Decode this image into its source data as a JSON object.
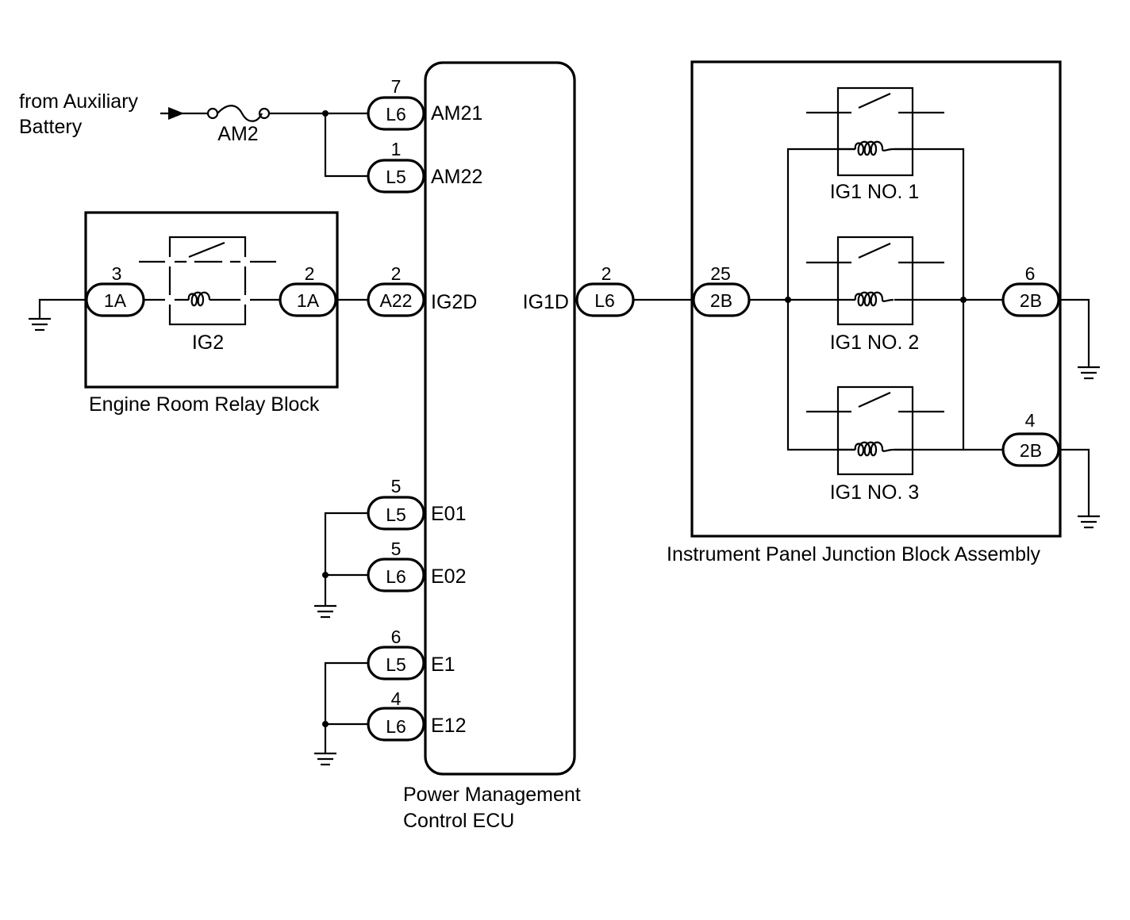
{
  "source": {
    "label_line1": "from Auxiliary",
    "label_line2": "Battery"
  },
  "fuse": {
    "label": "AM2"
  },
  "ecu": {
    "label_line1": "Power Management",
    "label_line2": "Control ECU",
    "terminals": {
      "am21": "AM21",
      "am22": "AM22",
      "ig2d": "IG2D",
      "ig1d": "IG1D",
      "e01": "E01",
      "e02": "E02",
      "e1": "E1",
      "e12": "E12"
    }
  },
  "relay_block": {
    "label": "Engine Room Relay Block",
    "relay": "IG2"
  },
  "junction_block": {
    "label": "Instrument Panel Junction Block Assembly",
    "relays": [
      "IG1 NO. 1",
      "IG1 NO. 2",
      "IG1 NO. 3"
    ]
  },
  "connectors": [
    {
      "id": "L6",
      "pin": "7"
    },
    {
      "id": "L5",
      "pin": "1"
    },
    {
      "id": "1A",
      "pin": "3"
    },
    {
      "id": "1A",
      "pin": "2"
    },
    {
      "id": "A22",
      "pin": "2"
    },
    {
      "id": "L6",
      "pin": "2"
    },
    {
      "id": "2B",
      "pin": "25"
    },
    {
      "id": "2B",
      "pin": "6"
    },
    {
      "id": "2B",
      "pin": "4"
    },
    {
      "id": "L5",
      "pin": "5"
    },
    {
      "id": "L6",
      "pin": "5"
    },
    {
      "id": "L5",
      "pin": "6"
    },
    {
      "id": "L6",
      "pin": "4"
    }
  ]
}
